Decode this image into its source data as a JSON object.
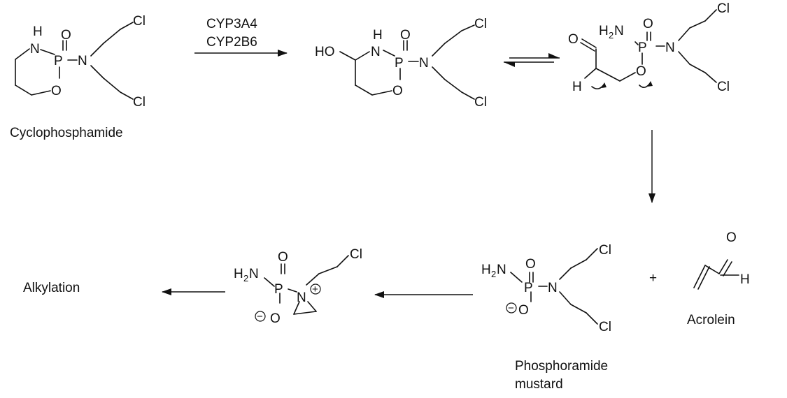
{
  "labels": {
    "cyclophosphamide": "Cyclophosphamide",
    "enzyme_1": "CYP3A4",
    "enzyme_2": "CYP2B6",
    "phosphoramide_line1": "Phosphoramide",
    "phosphoramide_line2": "mustard",
    "acrolein": "Acrolein",
    "alkylation": "Alkylation",
    "plus": "+"
  },
  "atoms": {
    "N": "N",
    "H": "H",
    "P": "P",
    "O": "O",
    "Cl": "Cl",
    "HO": "HO",
    "H2N_H": "H",
    "H2N_2": "2",
    "minus": "−",
    "plus_charge": "+"
  }
}
